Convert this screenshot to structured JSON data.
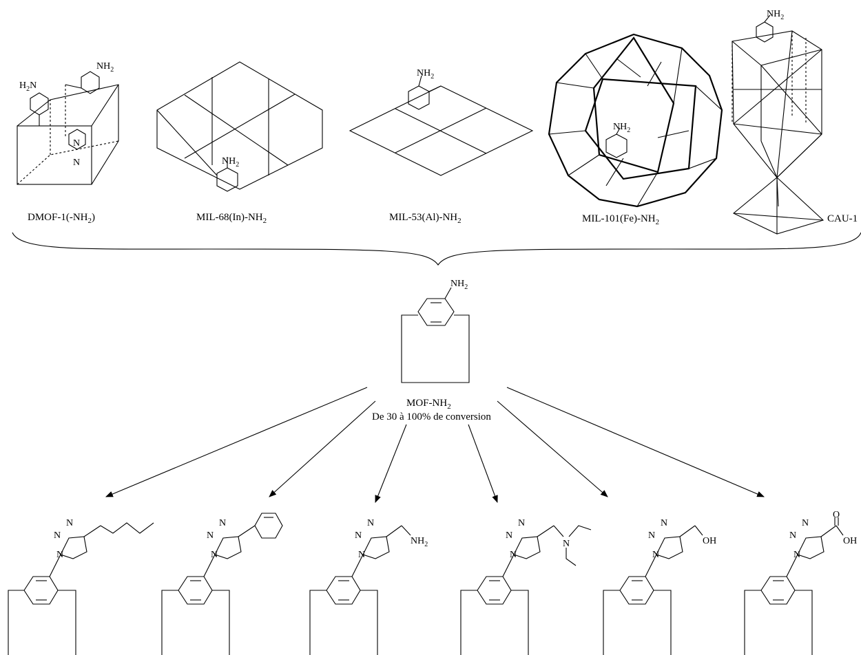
{
  "top_frameworks": [
    {
      "name": "DMOF-1(-NH",
      "sub": "2",
      "close": ")"
    },
    {
      "name": "MIL-68(In)-NH",
      "sub": "2",
      "close": ""
    },
    {
      "name": "MIL-53(Al)-NH",
      "sub": "2",
      "close": ""
    },
    {
      "name": "MIL-101(Fe)-NH",
      "sub": "2",
      "close": ""
    },
    {
      "name": "CAU-1",
      "sub": "",
      "close": ""
    }
  ],
  "center": {
    "label_main": "MOF-NH",
    "label_sub": "2",
    "conversion": "De 30 à 100% de conversion"
  },
  "atoms": {
    "nh2_main": "NH",
    "nh2_sub": "2",
    "h2n_h": "H",
    "h2n_sub": "2",
    "h2n_n": "N",
    "n": "N",
    "oh": "OH",
    "o": "O"
  }
}
